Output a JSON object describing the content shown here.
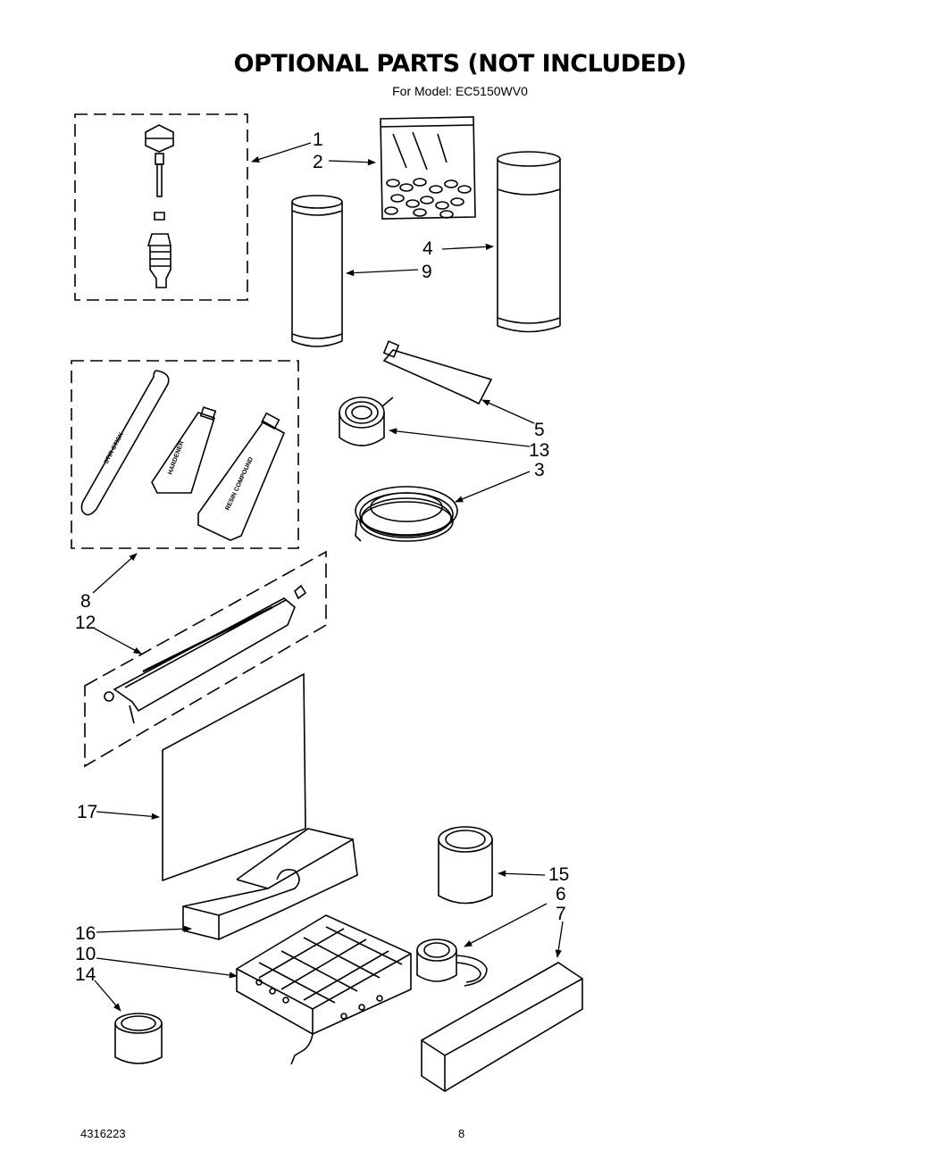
{
  "header": {
    "title": "OPTIONAL PARTS (NOT INCLUDED)",
    "model_prefix": "For Model:",
    "model_number": "EC5150WV0"
  },
  "footer": {
    "part_number": "4316223",
    "page_number": "8"
  },
  "product_labels": {
    "stir_stick": "STIR STICK",
    "hardener": "HARDENER",
    "resin_compound": "RESIN COMPOUND"
  },
  "callouts": {
    "c1": "1",
    "c2": "2",
    "c3": "3",
    "c4": "4",
    "c5": "5",
    "c6": "6",
    "c7": "7",
    "c8": "8",
    "c9": "9",
    "c10": "10",
    "c12": "12",
    "c13": "13",
    "c14": "14",
    "c15": "15",
    "c16": "16",
    "c17": "17"
  }
}
